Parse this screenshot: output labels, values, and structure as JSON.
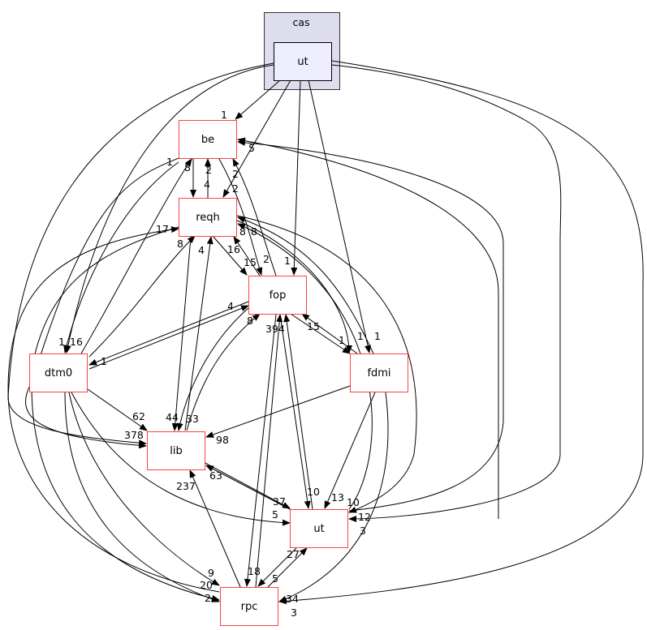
{
  "cluster": {
    "label": "cas",
    "fill": "#ddddee"
  },
  "nodes": {
    "cas_ut": "ut",
    "be": "be",
    "reqh": "reqh",
    "fop": "fop",
    "dtm0": "dtm0",
    "fdmi": "fdmi",
    "lib": "lib",
    "ut": "ut",
    "rpc": "rpc"
  },
  "node_border_color": "#ff4040",
  "edge_labels": [
    "1",
    "5",
    "1",
    "8",
    "2",
    "4",
    "2",
    "2",
    "17",
    "8",
    "4",
    "8",
    "8",
    "16",
    "15",
    "2",
    "1",
    "4",
    "8",
    "394",
    "15",
    "1",
    "1",
    "1",
    "1",
    "16",
    "1",
    "62",
    "44",
    "33",
    "378",
    "98",
    "63",
    "237",
    "37",
    "5",
    "10",
    "13",
    "10",
    "12",
    "3",
    "27",
    "5",
    "18",
    "9",
    "20",
    "2",
    "34",
    "3"
  ]
}
